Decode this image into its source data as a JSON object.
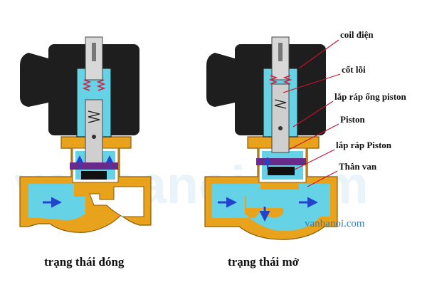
{
  "labels": {
    "coil": "coil điện",
    "core": "cốt lõi",
    "piston_tube": "lắp ráp ống piston",
    "piston": "Piston",
    "piston_assembly": "lắp ráp Piston",
    "body": "Thân van"
  },
  "captions": {
    "closed": "trạng thái đóng",
    "open": "trạng thái mở"
  },
  "brand": "vanhanoi.com",
  "watermark": "vanhanoi.com",
  "colors": {
    "coil": "#1e1e1e",
    "brass": "#e9a21c",
    "water": "#66d2e6",
    "flow_arrow": "#2244cc",
    "spring": "#cc2244",
    "leader_line": "#c8102e",
    "brand_text": "#2f7fc0"
  }
}
